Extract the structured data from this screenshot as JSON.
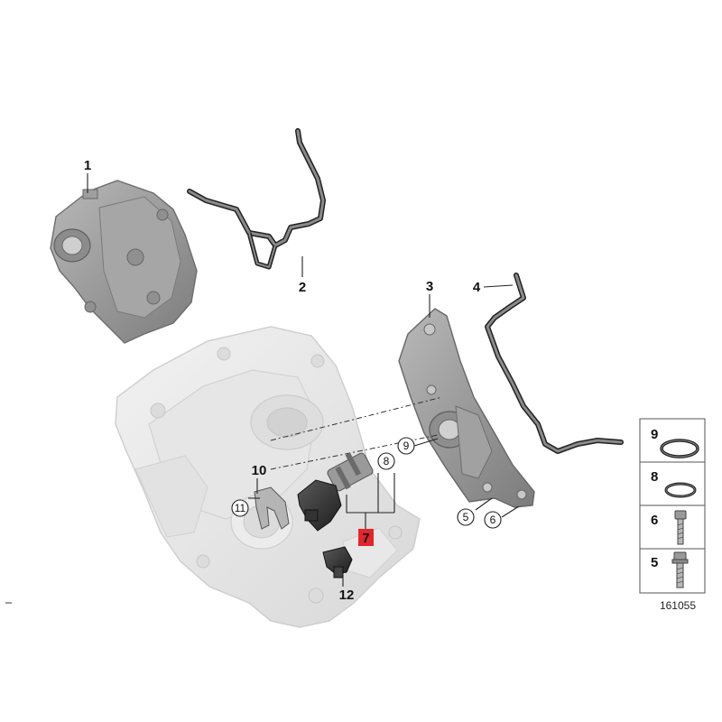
{
  "callouts": {
    "c1": "1",
    "c2": "2",
    "c3": "3",
    "c4": "4",
    "c5": "5",
    "c6": "6",
    "c7": "7",
    "c8": "8",
    "c9": "9",
    "c10": "10",
    "c11": "11",
    "c12": "12"
  },
  "highlight_color": "#e4252b",
  "legend": {
    "items": [
      {
        "number": "9",
        "icon": "o-ring-icon"
      },
      {
        "number": "8",
        "icon": "seal-ring-icon"
      },
      {
        "number": "6",
        "icon": "bolt-icon"
      },
      {
        "number": "5",
        "icon": "flange-bolt-icon"
      }
    ]
  },
  "diagram_id": "161055"
}
